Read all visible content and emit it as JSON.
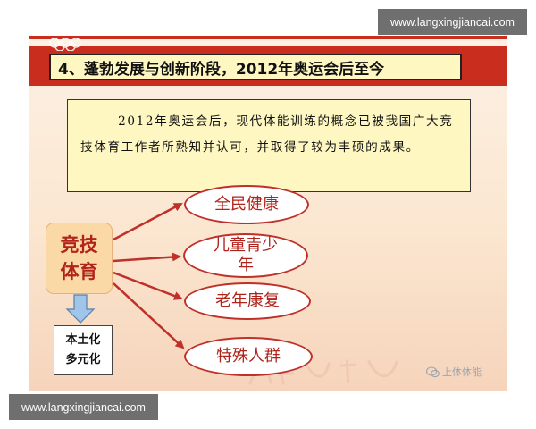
{
  "watermark": {
    "top_url": "www.langxingjiancai.com",
    "bottom_url": "www.langxingjiancai.com"
  },
  "slide": {
    "title": "4、蓬勃发展与创新阶段，2012年奥运会后至今",
    "paragraph": "2012年奥运会后，现代体能训练的概念已被我国广大竞技体育工作者所熟知并认可，并取得了较为丰硕的成果。",
    "origin": {
      "line1": "竞技",
      "line2": "体育"
    },
    "local": {
      "line1": "本土化",
      "line2": "多元化"
    },
    "targets": [
      "全民健康",
      "儿童青少年",
      "老年康复",
      "特殊人群"
    ],
    "account_mark": "上体体能"
  },
  "colors": {
    "band": "#c92d1e",
    "title_fill": "#fff7c2",
    "origin_fill": "#fbd9a7",
    "accent_red": "#c0302a",
    "arrow_blue": "#9fc5e8"
  }
}
